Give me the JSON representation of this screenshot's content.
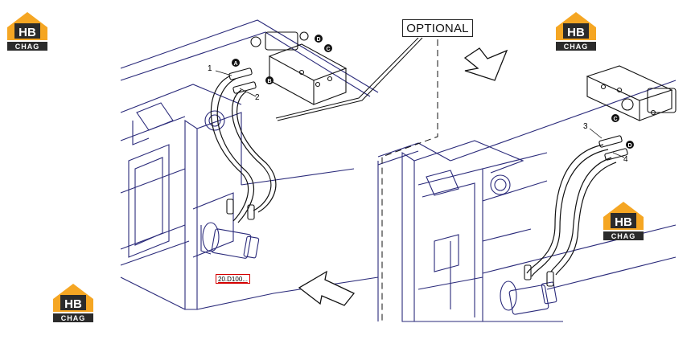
{
  "optional_label": "OPTIONAL",
  "reference_link": "20.D100...",
  "logos": [
    {
      "top_text": "HB",
      "bottom_text": "CHAG"
    },
    {
      "top_text": "HB",
      "bottom_text": "CHAG"
    },
    {
      "top_text": "HB",
      "bottom_text": "CHAG"
    },
    {
      "top_text": "HB",
      "bottom_text": "CHAG"
    }
  ],
  "left_view": {
    "callouts": [
      "1",
      "2"
    ],
    "port_letters": [
      "A",
      "B",
      "D",
      "C"
    ]
  },
  "right_view": {
    "callouts": [
      "3",
      "4"
    ],
    "port_letters": [
      "C",
      "D"
    ]
  },
  "colors": {
    "line": "#2a2a7a",
    "ink": "#111111",
    "logo_orange": "#f5a623",
    "logo_dark": "#2b2b2b",
    "link_border": "#d40000"
  }
}
